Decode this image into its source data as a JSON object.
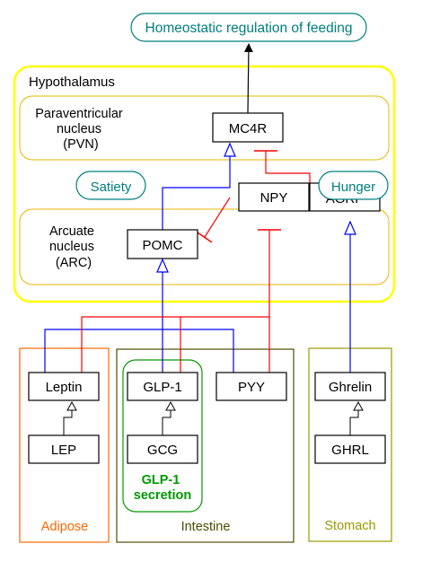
{
  "colors": {
    "hypothalamus_border": "#ffff00",
    "nucleus_border": "#e6b800",
    "teal": "#007f7f",
    "inhibit_red": "#ff0000",
    "activate_blue": "#0000ff",
    "adipose": "#ff6600",
    "intestine": "#4d4d00",
    "glp1_green": "#009900",
    "stomach": "#999900",
    "black": "#000000"
  },
  "labels": {
    "regulation": "Homeostatic regulation of feeding",
    "hypothalamus": "Hypothalamus",
    "pvn": [
      "Paraventricular",
      "nucleus",
      "(PVN)"
    ],
    "arc": [
      "Arcuate",
      "nucleus",
      "(ARC)"
    ],
    "satiety": "Satiety",
    "hunger": "Hunger",
    "mc4r": "MC4R",
    "npy": "NPY",
    "agrp_partial": "AGRP",
    "pomc": "POMC",
    "leptin": "Leptin",
    "lep": "LEP",
    "glp1": "GLP-1",
    "gcg": "GCG",
    "glp1_secretion": [
      "GLP-1",
      "secretion"
    ],
    "pyy": "PYY",
    "ghrelin": "Ghrelin",
    "ghrl": "GHRL",
    "adipose": "Adipose",
    "intestine": "Intestine",
    "stomach": "Stomach"
  }
}
